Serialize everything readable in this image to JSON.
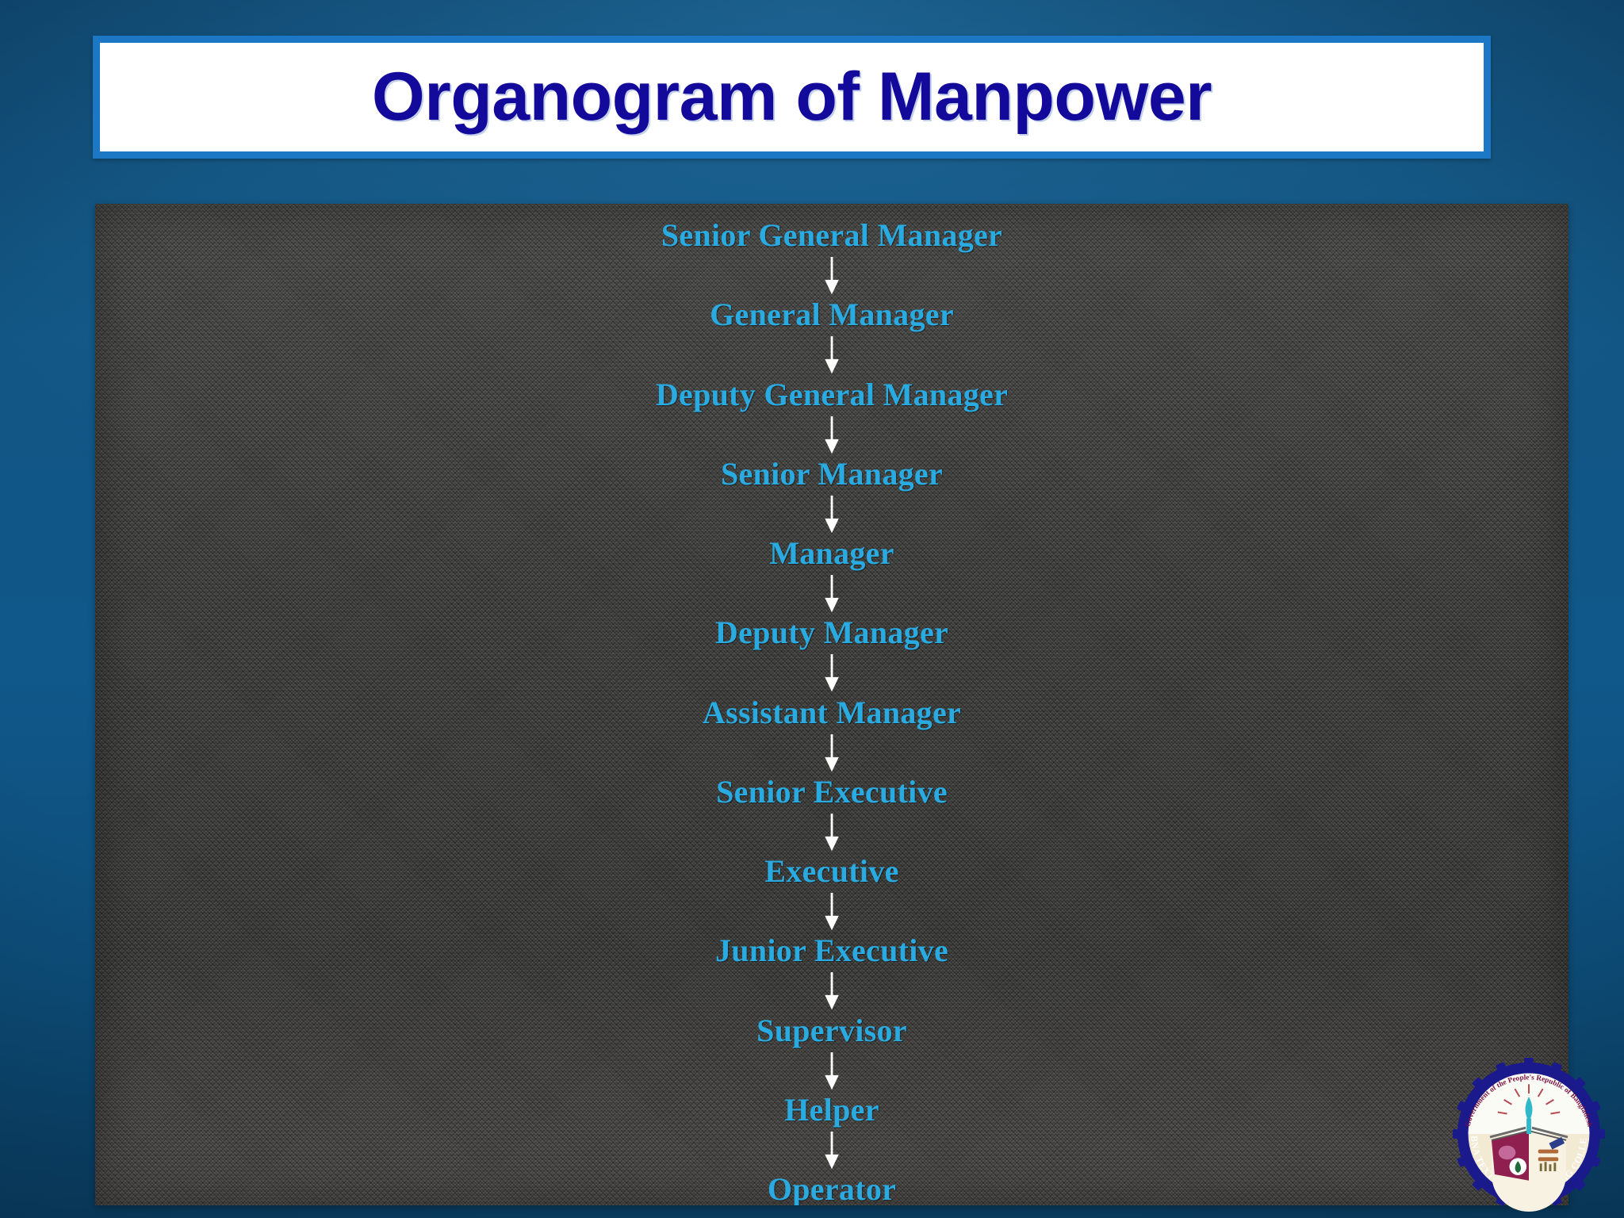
{
  "slide": {
    "title": "Organogram of Manpower",
    "accent_blue": "#1c78c4",
    "title_color": "#130a9b",
    "node_color": "#29ABE2",
    "panel_color": "#434343",
    "background_color": "#10588a"
  },
  "chart_data": {
    "type": "diagram",
    "title": "Organogram of Manpower",
    "orientation": "vertical-top-down",
    "connector": "down-arrow",
    "levels": [
      {
        "rank": 1,
        "label": "Senior General Manager"
      },
      {
        "rank": 2,
        "label": "General Manager"
      },
      {
        "rank": 3,
        "label": "Deputy General Manager"
      },
      {
        "rank": 4,
        "label": "Senior Manager"
      },
      {
        "rank": 5,
        "label": "Manager"
      },
      {
        "rank": 6,
        "label": "Deputy Manager"
      },
      {
        "rank": 7,
        "label": "Assistant Manager"
      },
      {
        "rank": 8,
        "label": "Senior Executive"
      },
      {
        "rank": 9,
        "label": "Executive"
      },
      {
        "rank": 10,
        "label": "Junior Executive"
      },
      {
        "rank": 11,
        "label": "Supervisor"
      },
      {
        "rank": 12,
        "label": "Helper"
      },
      {
        "rank": 13,
        "label": "Operator"
      }
    ]
  },
  "logo": {
    "outer_text": "Government of the People's Republic of Bangladesh",
    "arc_text": "PABNA TEXTILE ENGINEERING COLLEGE",
    "name": "pabna-textile-engineering-college-logo"
  }
}
